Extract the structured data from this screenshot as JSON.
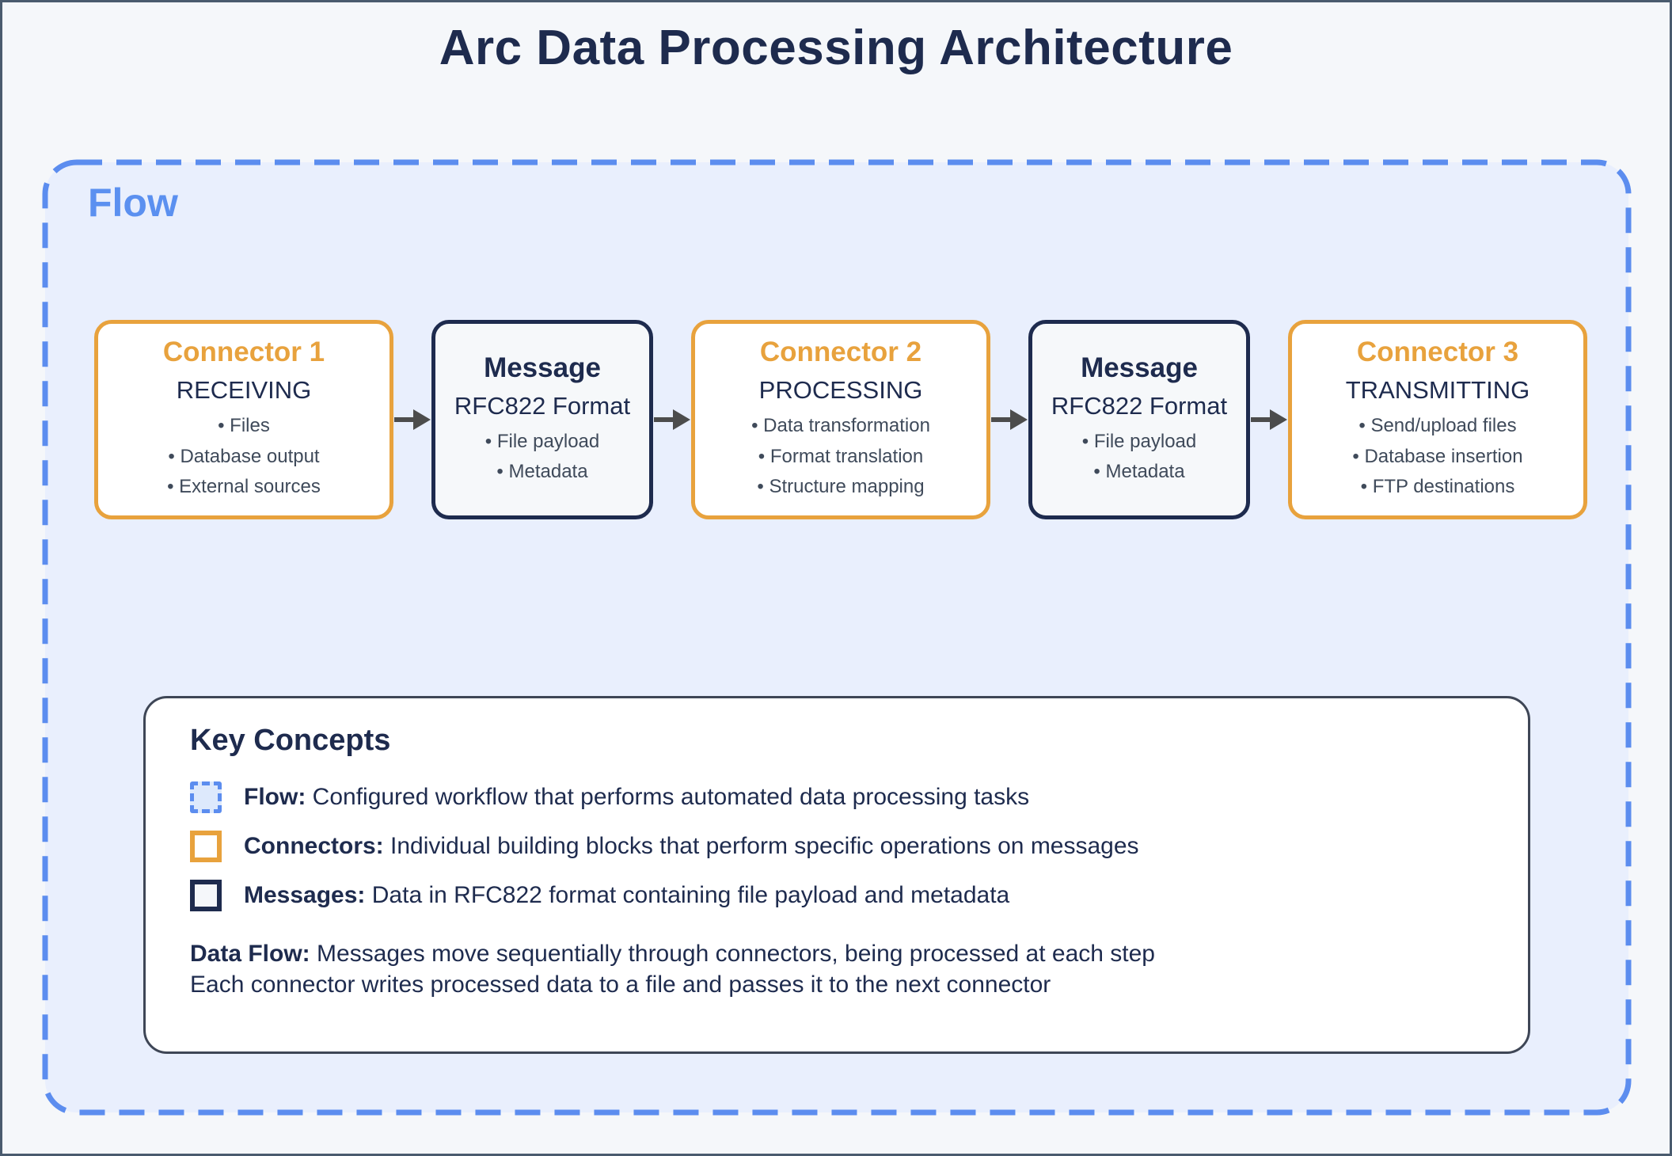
{
  "title": "Arc Data Processing Architecture",
  "colors": {
    "accent_blue": "#5c8def",
    "accent_orange": "#e8a23d",
    "navy": "#1e2b4e",
    "arrow_gray": "#4c4c4c"
  },
  "flow": {
    "label": "Flow",
    "nodes": [
      {
        "type": "connector",
        "title": "Connector 1",
        "subtitle": "RECEIVING",
        "bullets": [
          "• Files",
          "• Database output",
          "• External sources"
        ]
      },
      {
        "type": "message",
        "title": "Message",
        "subtitle": "RFC822 Format",
        "bullets": [
          "• File payload",
          "• Metadata"
        ]
      },
      {
        "type": "connector",
        "title": "Connector 2",
        "subtitle": "PROCESSING",
        "bullets": [
          "• Data transformation",
          "• Format translation",
          "• Structure mapping"
        ]
      },
      {
        "type": "message",
        "title": "Message",
        "subtitle": "RFC822 Format",
        "bullets": [
          "• File payload",
          "• Metadata"
        ]
      },
      {
        "type": "connector",
        "title": "Connector 3",
        "subtitle": "TRANSMITTING",
        "bullets": [
          "• Send/upload files",
          "• Database insertion",
          "• FTP destinations"
        ]
      }
    ]
  },
  "key_concepts": {
    "heading": "Key Concepts",
    "items": [
      {
        "label": "Flow:",
        "text": "Configured workflow that performs automated data processing tasks"
      },
      {
        "label": "Connectors:",
        "text": "Individual building blocks that perform specific operations on messages"
      },
      {
        "label": "Messages:",
        "text": "Data in RFC822 format containing file payload and metadata"
      }
    ],
    "data_flow_label": "Data Flow:",
    "data_flow_line1": "Messages move sequentially through connectors, being processed at each step",
    "data_flow_line2": "Each connector writes processed data to a file and passes it to the next connector"
  }
}
